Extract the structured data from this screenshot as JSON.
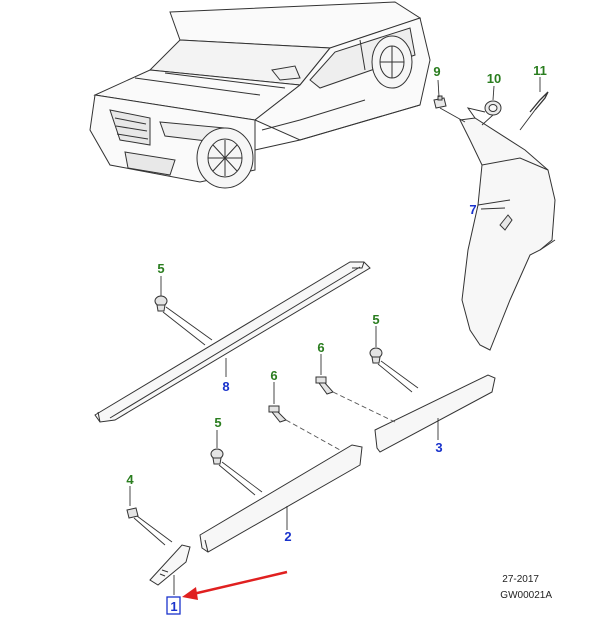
{
  "callouts": {
    "c1": "1",
    "c2": "2",
    "c3": "3",
    "c4": "4",
    "c5a": "5",
    "c5b": "5",
    "c5c": "5",
    "c6a": "6",
    "c6b": "6",
    "c7": "7",
    "c8": "8",
    "c9": "9",
    "c10": "10",
    "c11": "11"
  },
  "colors": {
    "green_callout": "#2a7d1f",
    "blue_callout": "#1a33cc",
    "highlight_arrow": "#e02020",
    "line": "#333333",
    "part_fill": "#f7f7f7"
  },
  "footer": {
    "date_code": "27-2017",
    "drawing_id": "GW00021A"
  }
}
